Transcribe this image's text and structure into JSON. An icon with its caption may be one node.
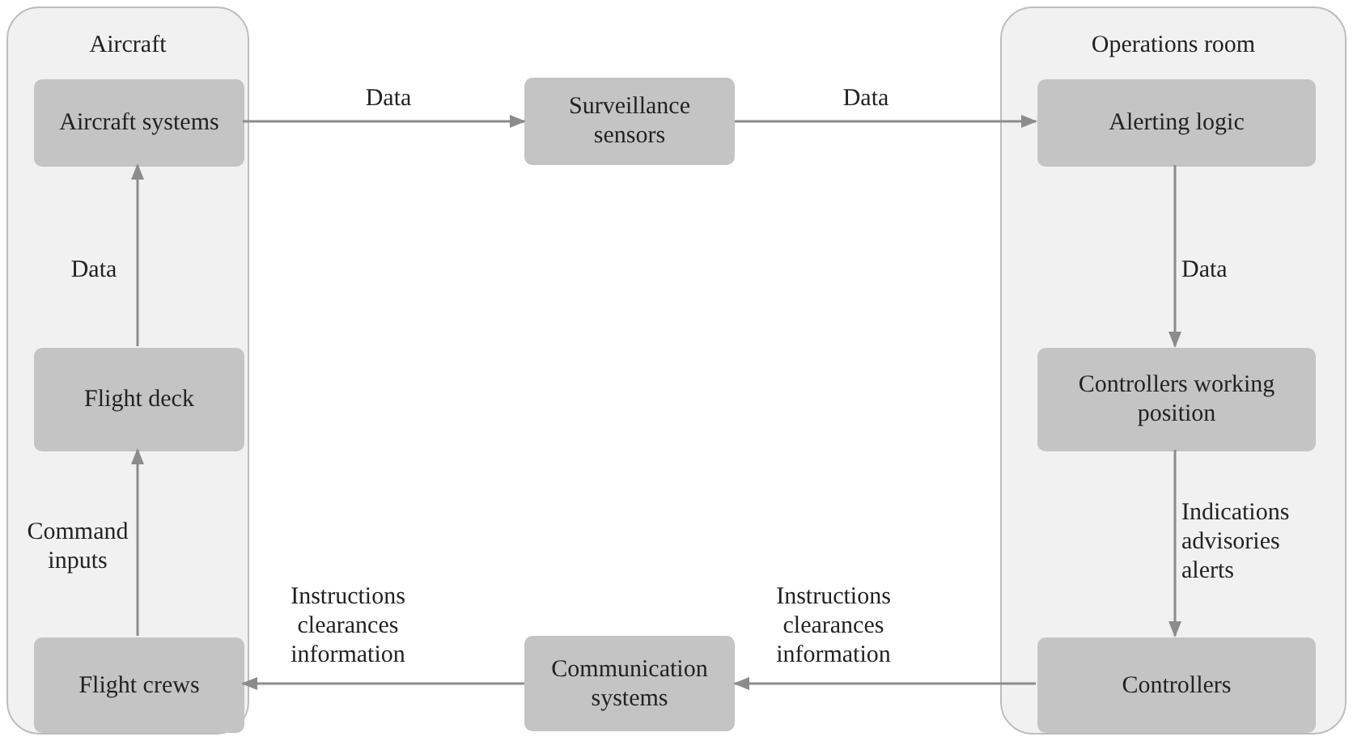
{
  "diagram": {
    "nodes": [
      {
        "text": [
          "Aircraft"
        ]
      },
      {
        "text": [
          "Aircraft systems"
        ],
        "in": 0
      },
      {
        "text": [
          "Flight deck"
        ],
        "in": 0
      },
      {
        "text": [
          "Flight crews"
        ],
        "in": 0
      },
      {
        "text": [
          "Surveillance sensors"
        ]
      },
      {
        "text": [
          "Operations room"
        ]
      },
      {
        "text": [
          "Alerting logic"
        ],
        "in": 5
      },
      {
        "text": [
          "Controllers working position"
        ],
        "in": 5
      },
      {
        "text": [
          "Controllers"
        ],
        "in": 5
      },
      {
        "text": [
          "Communication systems"
        ]
      }
    ],
    "edges": [
      {
        "from": 1,
        "to": 4,
        "arrow": "to",
        "label": "Data"
      },
      {
        "from": 4,
        "to": 6,
        "arrow": "to",
        "label": "Data"
      },
      {
        "from": 6,
        "to": 7,
        "arrow": "to",
        "label": "Data"
      },
      {
        "from": 7,
        "to": 8,
        "arrow": "to",
        "label": "Indications advisories alerts"
      },
      {
        "from": 8,
        "to": 9,
        "arrow": "to",
        "label": "Instructions clearances information"
      },
      {
        "from": 9,
        "to": 3,
        "arrow": "to",
        "label": "Instructions clearances information"
      },
      {
        "from": 3,
        "to": 2,
        "arrow": "to",
        "label": "Command inputs"
      },
      {
        "from": 2,
        "to": 1,
        "arrow": "to",
        "label": "Data"
      }
    ]
  }
}
